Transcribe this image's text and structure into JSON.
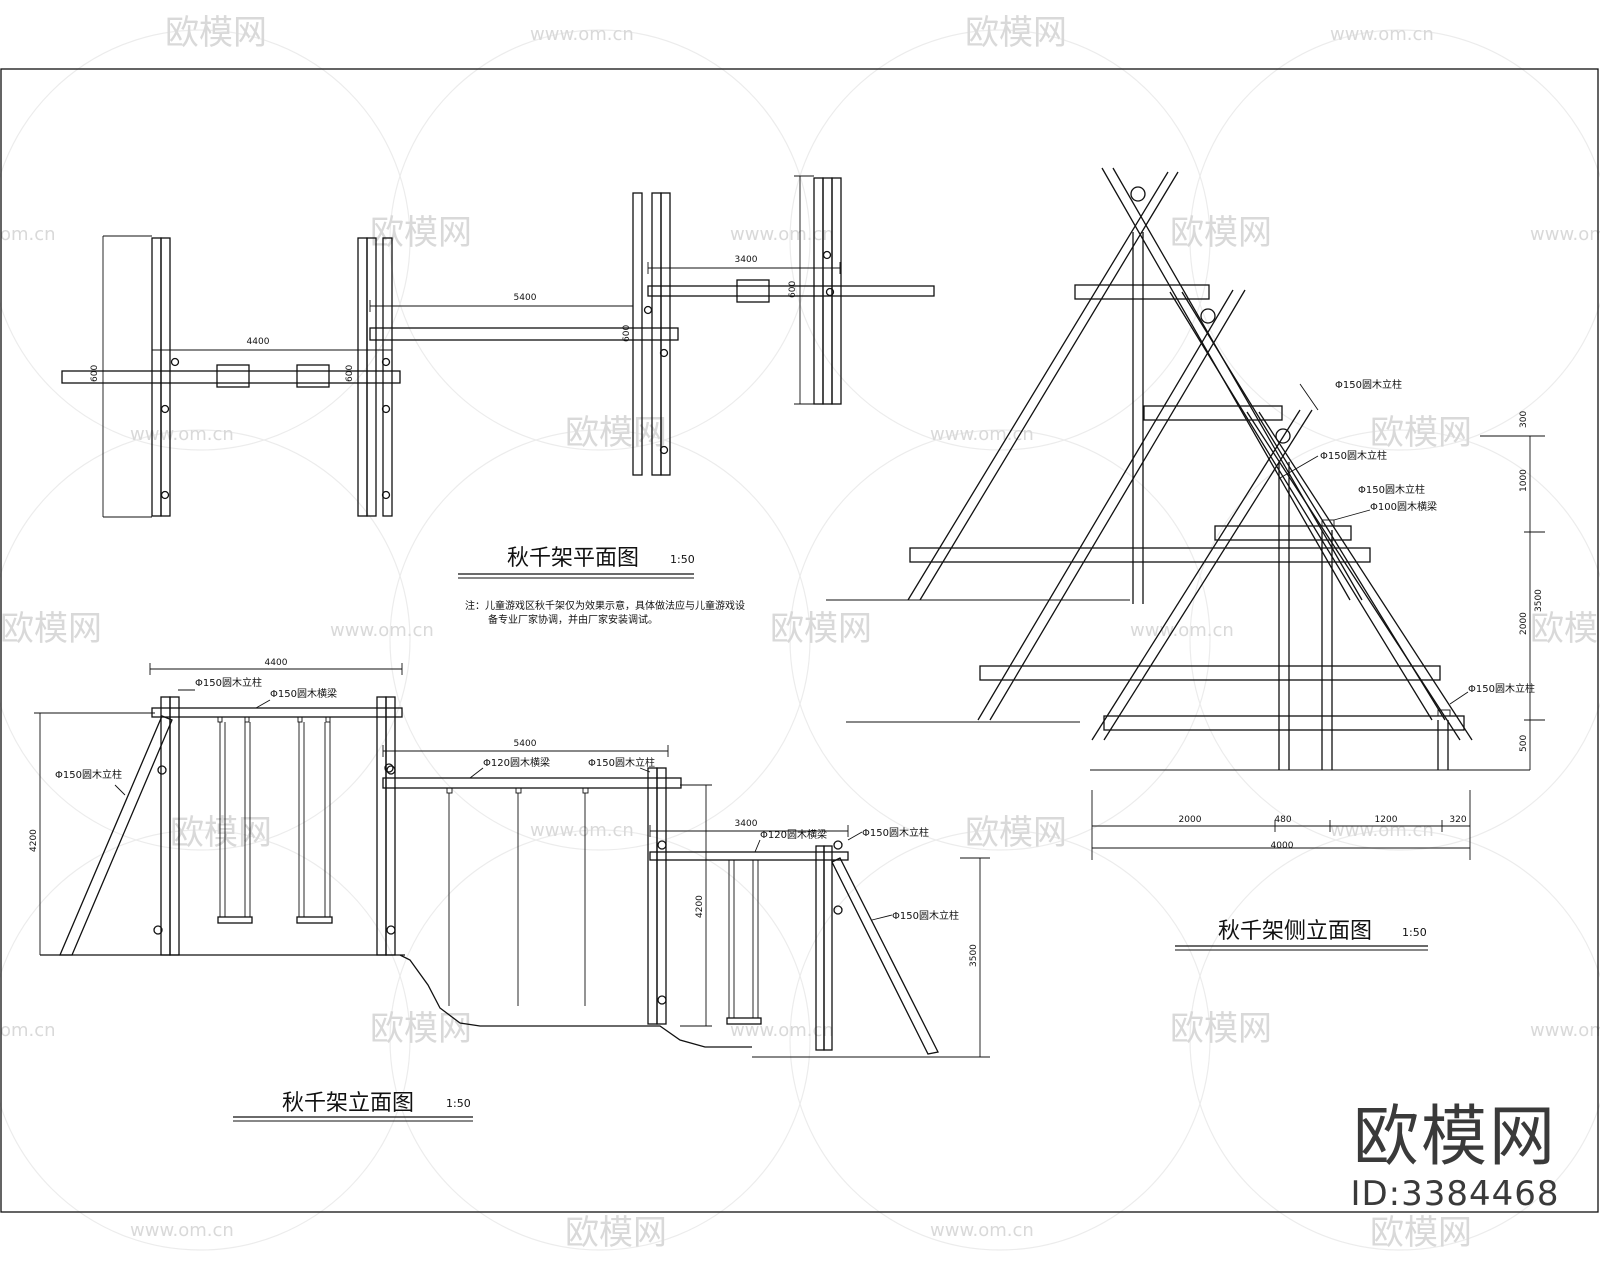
{
  "titles": {
    "plan": "秋千架平面图",
    "plan_scale": "1:50",
    "front": "秋千架立面图",
    "front_scale": "1:50",
    "side": "秋千架侧立面图",
    "side_scale": "1:50"
  },
  "note": {
    "line1": "注：儿童游戏区秋千架仅为效果示意，具体做法应与儿童游戏设",
    "line2": "备专业厂家协调，并由厂家安装调试。"
  },
  "plan_dims": {
    "a": "4400",
    "b": "5400",
    "c": "3400",
    "w1": "600",
    "w2": "600",
    "w3": "600",
    "w4": "600"
  },
  "front_dims": {
    "a": "4400",
    "b": "5400",
    "c": "3400",
    "h1": "4200",
    "h2": "4200",
    "h3": "3500"
  },
  "front_labels": {
    "post1": "Φ150圆木立柱",
    "beam1": "Φ150圆木横梁",
    "brace1": "Φ150圆木立柱",
    "beam2": "Φ120圆木横梁",
    "post2": "Φ150圆木立柱",
    "beam3": "Φ120圆木横梁",
    "post3": "Φ150圆木立柱",
    "brace3": "Φ150圆木立柱"
  },
  "side_labels": {
    "l1": "Φ150圆木立柱",
    "l2": "Φ150圆木立柱",
    "l3": "Φ150圆木立柱",
    "l4": "Φ100圆木横梁",
    "l5": "Φ150圆木立柱"
  },
  "side_dims": {
    "v1": "300",
    "v2": "1000",
    "v3": "3500",
    "v4": "2000",
    "v5": "500",
    "h1": "2000",
    "h2": "480",
    "h3": "1200",
    "h4": "320",
    "total": "4000"
  },
  "watermark": {
    "brand": "欧模网",
    "url": "www.om.cn",
    "url_short": "om.cn"
  },
  "brand_mark": {
    "name": "欧模网",
    "id": "ID:3384468"
  }
}
